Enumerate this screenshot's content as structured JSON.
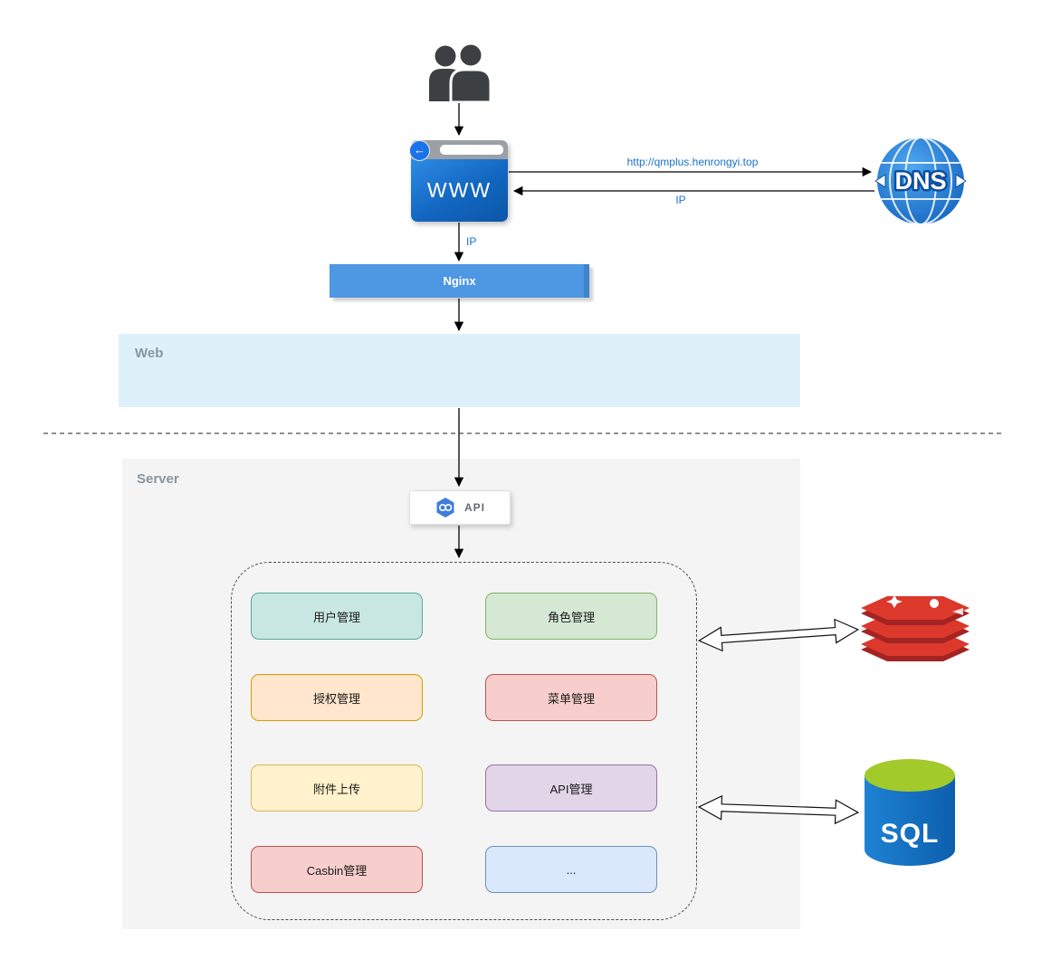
{
  "nodes": {
    "browser": {
      "label": "WWW"
    },
    "dns": {
      "label": "DNS"
    },
    "nginx": {
      "label": "Nginx"
    },
    "web_section": {
      "label": "Web"
    },
    "server_section": {
      "label": "Server"
    },
    "api": {
      "label": "API"
    },
    "sql_db": {
      "label": "SQL"
    }
  },
  "edges": {
    "browser_to_dns": {
      "label": "http://qmplus.henrongyi.top"
    },
    "dns_to_browser": {
      "label": "IP"
    },
    "browser_to_nginx": {
      "label": "IP"
    }
  },
  "modules": [
    {
      "label": "用户管理",
      "fill": "#c8e7e2",
      "border": "#55a79b"
    },
    {
      "label": "角色管理",
      "fill": "#d5e8d4",
      "border": "#82b366"
    },
    {
      "label": "授权管理",
      "fill": "#ffe6cc",
      "border": "#d79b00"
    },
    {
      "label": "菜单管理",
      "fill": "#f8cecc",
      "border": "#b85450"
    },
    {
      "label": "附件上传",
      "fill": "#fff2cc",
      "border": "#d6b656"
    },
    {
      "label": "API管理",
      "fill": "#e1d5e7",
      "border": "#9673a6"
    },
    {
      "label": "Casbin管理",
      "fill": "#f8cecc",
      "border": "#b85450"
    },
    {
      "label": "...",
      "fill": "#dae8fc",
      "border": "#6c8ebf"
    }
  ],
  "icons": {
    "browser_back": "←"
  },
  "colors": {
    "edge_label": "#1872ca",
    "nginx_fill": "#4e97e3",
    "web_fill": "#def1fb",
    "server_fill": "#f4f4f4",
    "section_label": "#8a959e"
  }
}
